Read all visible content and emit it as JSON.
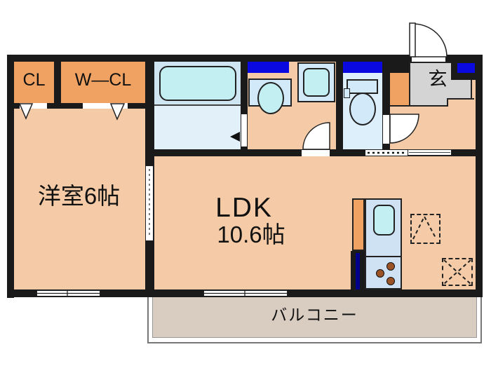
{
  "plan": {
    "rooms": {
      "closet": {
        "label": "CL"
      },
      "walk_in_closet": {
        "label": "W—CL"
      },
      "western_room": {
        "label": "洋室6帖"
      },
      "ldk": {
        "label": "LDK",
        "size": "10.6帖"
      },
      "entrance": {
        "label": "玄"
      },
      "balcony": {
        "label": "バルコニー"
      }
    },
    "fixtures": [
      "bathtub",
      "washbasin",
      "washing-machine-pan",
      "toilet",
      "kitchen-sink",
      "stove-burners",
      "refrigerator-space",
      "laundry-space",
      "entrance-door",
      "sliding-windows"
    ],
    "colors": {
      "wall": "#1a1a1a",
      "room": "#f4cba6",
      "closet": "#f0a263",
      "bath-upper": "#cfe6f2",
      "bath-floor": "#e2f0fa",
      "cyan": "#c3eff3",
      "blue-room": "#ddeffb",
      "fixture-blue": "#d2e9fa",
      "window": "#0a0ae0",
      "genkan": "#d4d4d4",
      "balcony": "#d9cdc2",
      "kitchen": "#cfe2f4",
      "burner": "#9c5426",
      "navy": "#00008b"
    }
  }
}
